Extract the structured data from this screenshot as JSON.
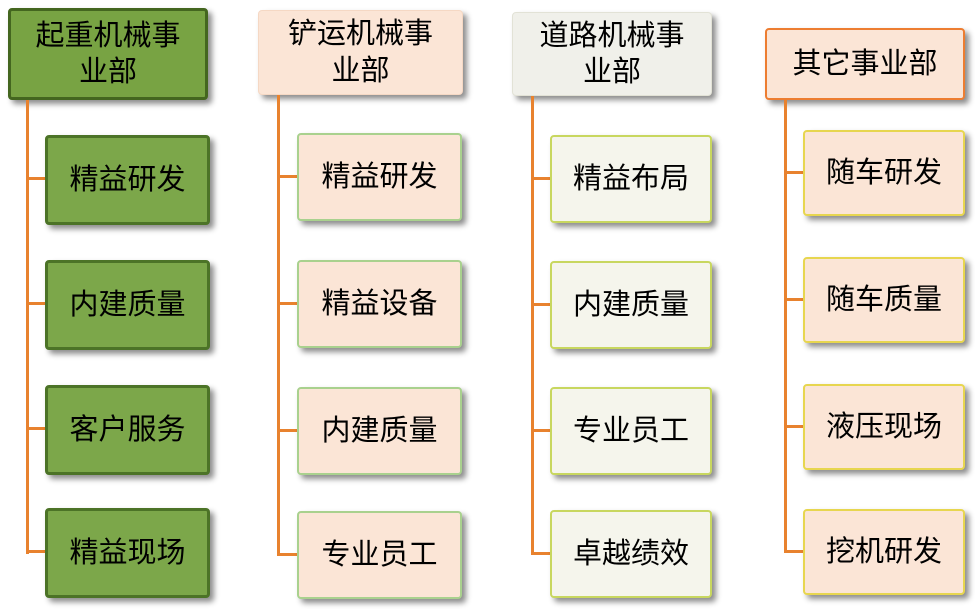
{
  "diagram": {
    "type": "org-chart",
    "connector_color": "#E8822E",
    "columns": [
      {
        "title": "起重机械事业部",
        "theme": {
          "header_fill": "#78A343",
          "header_border": "#44661F",
          "item_fill": "#7CA74A",
          "item_border": "#4C7327"
        },
        "items": [
          "精益研发",
          "内建质量",
          "客户服务",
          "精益现场"
        ]
      },
      {
        "title": "铲运机械事业部",
        "theme": {
          "header_fill": "#FBE5D6",
          "header_border": "#F5D8C4",
          "item_fill": "#FBE5D6",
          "item_border": "#A9D18E"
        },
        "items": [
          "精益研发",
          "精益设备",
          "内建质量",
          "专业员工"
        ]
      },
      {
        "title": "道路机械事业部",
        "theme": {
          "header_fill": "#F0F0EA",
          "header_border": "#E2E2D6",
          "item_fill": "#F5F5EC",
          "item_border": "#C8D75F"
        },
        "items": [
          "精益布局",
          "内建质量",
          "专业员工",
          "卓越绩效"
        ]
      },
      {
        "title": "其它事业部",
        "theme": {
          "header_fill": "#FBE5D6",
          "header_border": "#ED7D31",
          "item_fill": "#FBE5D6",
          "item_border": "#E7D64F"
        },
        "items": [
          "随车研发",
          "随车质量",
          "液压现场",
          "挖机研发"
        ]
      }
    ]
  }
}
